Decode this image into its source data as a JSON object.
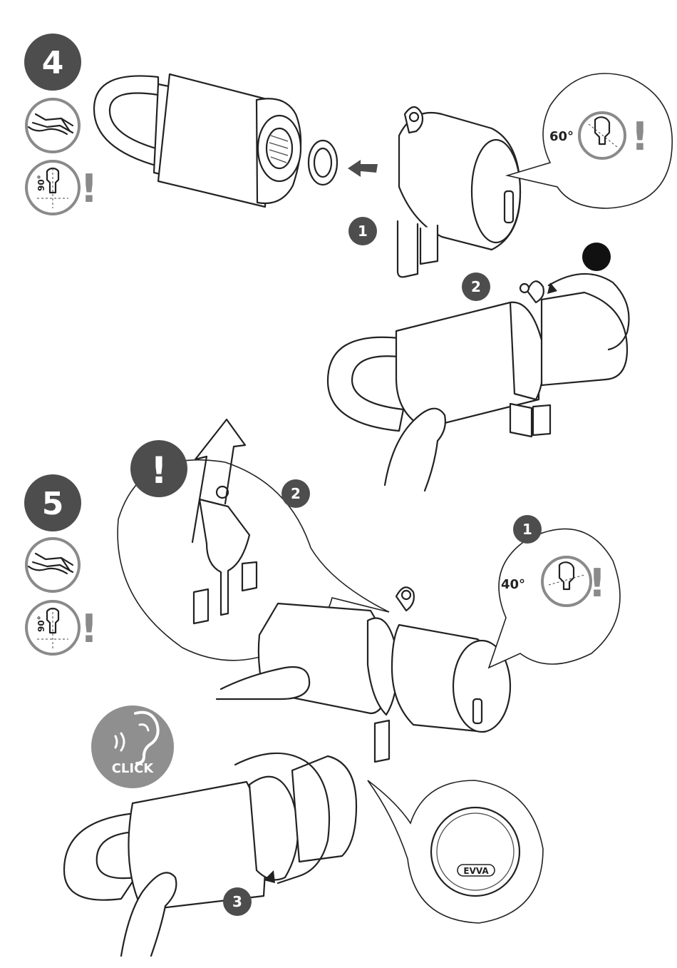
{
  "steps": {
    "step4": "4",
    "step5": "5"
  },
  "angles": {
    "step4_side": "90°",
    "step4_callout": "60°",
    "step5_side": "90°",
    "step5_callout": "40°"
  },
  "warning_mark": "!",
  "sub_steps": {
    "a1": "1",
    "a2": "2",
    "b2": "2",
    "b1": "1",
    "c3": "3"
  },
  "sound": {
    "label": "CLICK"
  },
  "brand": {
    "logo_text": "EVVA"
  },
  "colors": {
    "badge": "#4d4d4d",
    "ring": "#888888",
    "warning": "#8a8a8a",
    "click_bg": "#8f8f8f",
    "line": "#222222"
  }
}
